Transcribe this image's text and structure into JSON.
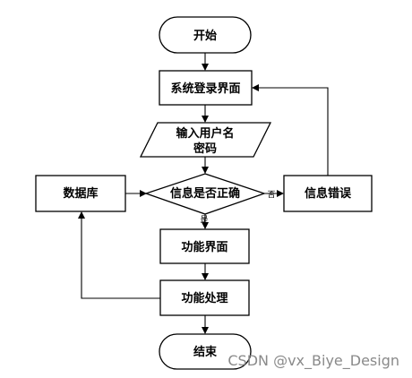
{
  "nodes": {
    "start": "开始",
    "login": "系统登录界面",
    "input_line1": "输入用户名",
    "input_line2": "密码",
    "check": "信息是否正确",
    "database": "数据库",
    "error": "信息错误",
    "function_page": "功能界面",
    "function_process": "功能处理",
    "end": "结束"
  },
  "edge_labels": {
    "no": "否",
    "yes": "是"
  },
  "watermark": "CSDN @vx_Biye_Design"
}
